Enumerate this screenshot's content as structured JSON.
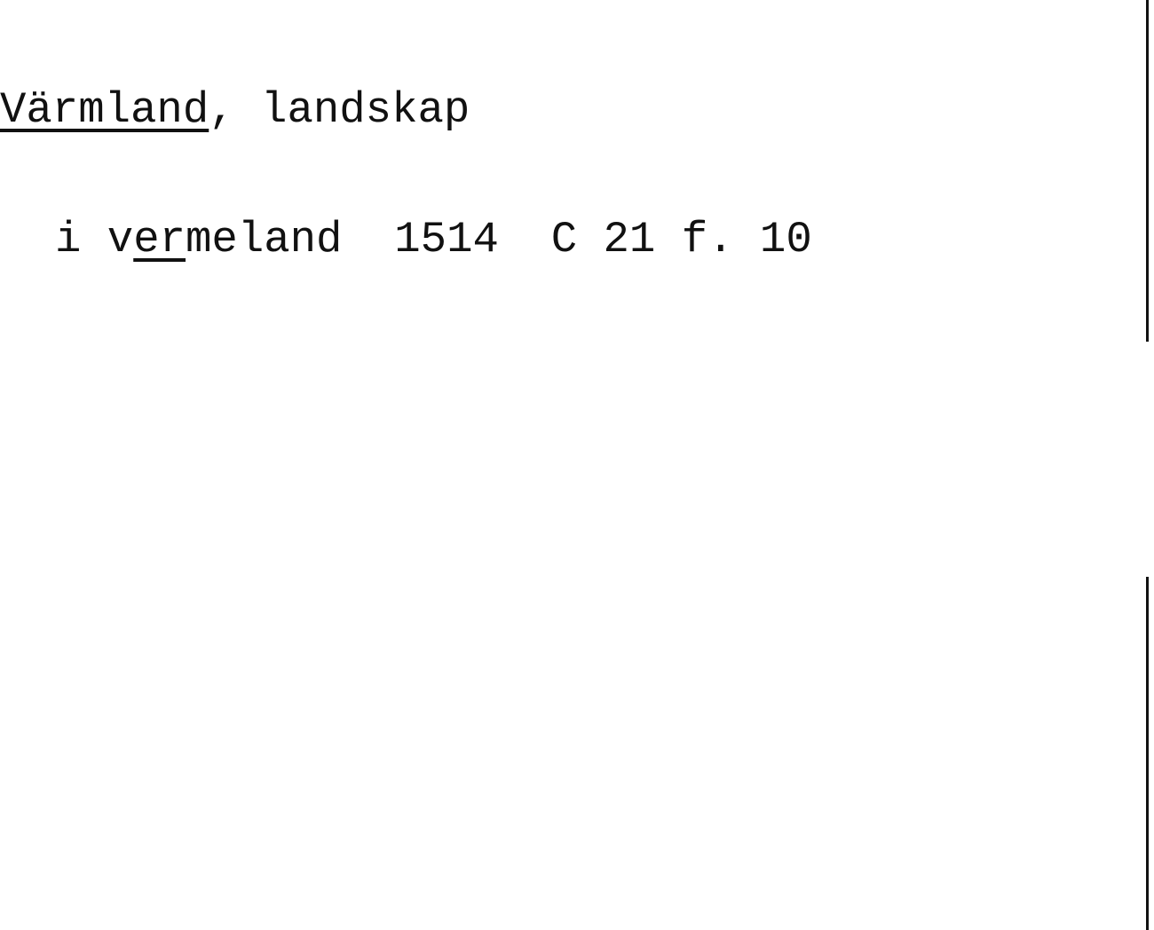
{
  "card": {
    "heading": {
      "underlined": "Värmland",
      "rest": ", landskap"
    },
    "entry": {
      "pre": "i v",
      "underlined": "er",
      "post": "meland  1514  C 21 f. 10"
    }
  }
}
